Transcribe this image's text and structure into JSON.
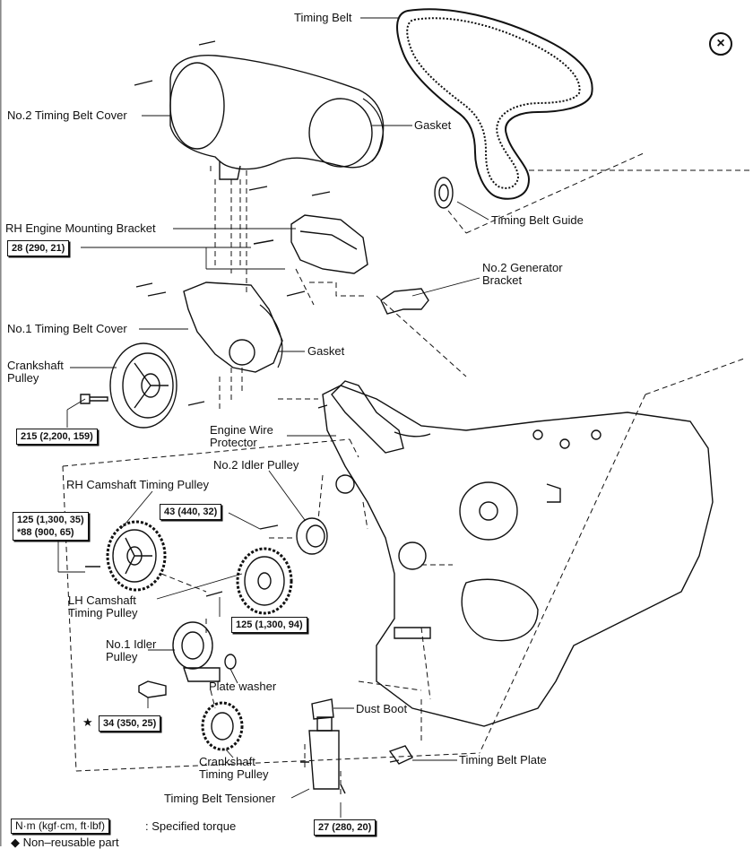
{
  "labels": {
    "timing_belt": "Timing Belt",
    "no2_cover": "No.2 Timing Belt Cover",
    "gasket_top": "Gasket",
    "belt_guide": "Timing Belt Guide",
    "rh_bracket": "RH Engine Mounting Bracket",
    "no2_generator_bracket": "No.2 Generator Bracket",
    "no1_cover": "No.1 Timing Belt Cover",
    "gasket_mid": "Gasket",
    "crank_pulley": "Crankshaft Pulley",
    "wire_protector": "Engine Wire Protector",
    "no2_idler": "No.2 Idler Pulley",
    "rh_cam": "RH Camshaft Timing Pulley",
    "lh_cam": "LH Camshaft Timing Pulley",
    "no1_idler": "No.1 Idler Pulley",
    "plate_washer": "Plate washer",
    "dust_boot": "Dust Boot",
    "crank_timing": "Crankshaft Timing Pulley",
    "belt_plate": "Timing Belt Plate",
    "tensioner": "Timing Belt Tensioner"
  },
  "torques": {
    "t28": "28 (290, 21)",
    "t215": "215 (2,200, 159)",
    "t43": "43 (440, 32)",
    "t125a": "125 (1,300, 35)",
    "t88": "*88 (900, 65)",
    "t125b": "125 (1,300, 94)",
    "t34": "34 (350, 25)",
    "t27": "27 (280, 20)"
  },
  "legend": {
    "unit": "N·m (kgf·cm, ft·lbf)",
    "desc": ": Specified torque",
    "nonreusable": "◆ Non–reusable part"
  },
  "star_symbol": "★",
  "close_symbol": "⊗"
}
